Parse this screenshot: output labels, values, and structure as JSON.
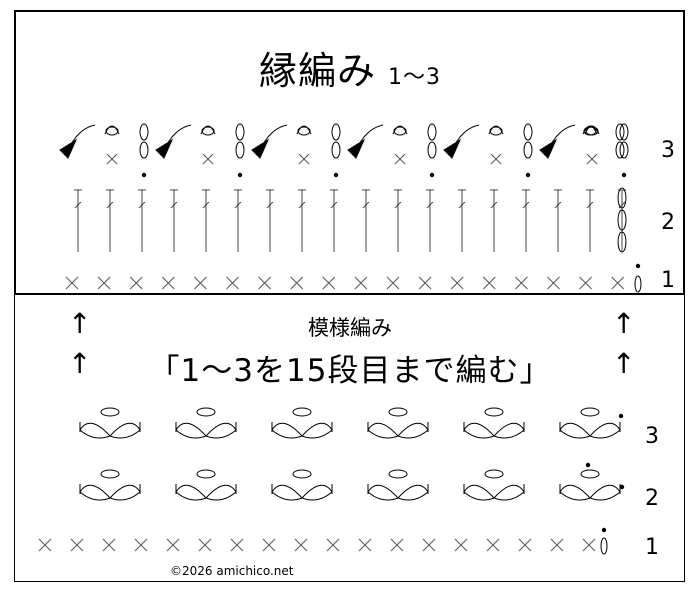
{
  "edging": {
    "title": "縁編み",
    "title_range": "1〜3",
    "row_labels": [
      "3",
      "2",
      "1"
    ]
  },
  "pattern": {
    "label": "模様編み",
    "instruction": "「1〜3を15段目まで編む」",
    "row_labels": [
      "3",
      "2",
      "1"
    ],
    "arrow_glyph": "↑"
  },
  "copyright": "©2026 amichico.net",
  "symbols": {
    "chain": "chain-stitch-symbol",
    "single_crochet": "x-symbol",
    "double_crochet": "t-stitch-symbol",
    "picot": "picot-symbol"
  }
}
